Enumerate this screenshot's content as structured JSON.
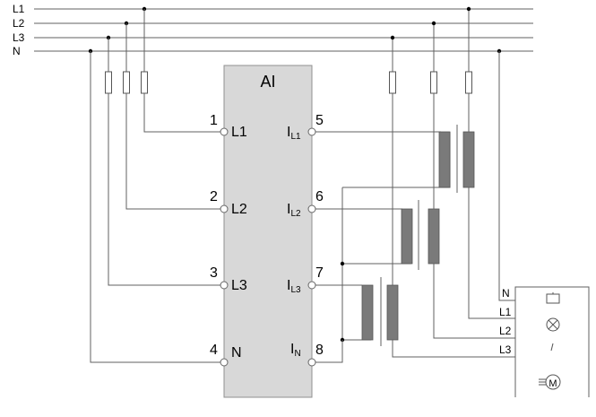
{
  "colors": {
    "module_fill": "#d8d8d8",
    "module_stroke": "#909090",
    "ct_core": "#7a7a7a",
    "wire": "#606060",
    "dot": "#000000"
  },
  "bus_labels": [
    "L1",
    "L2",
    "L3",
    "N"
  ],
  "module": {
    "title": "AI",
    "left_terminals": [
      {
        "num": "1",
        "name": "L1"
      },
      {
        "num": "2",
        "name": "L2"
      },
      {
        "num": "3",
        "name": "L3"
      },
      {
        "num": "4",
        "name": "N"
      }
    ],
    "right_terminals": [
      {
        "num": "5",
        "name": "I",
        "sub": "L1"
      },
      {
        "num": "6",
        "name": "I",
        "sub": "L2"
      },
      {
        "num": "7",
        "name": "I",
        "sub": "L3"
      },
      {
        "num": "8",
        "name": "I",
        "sub": "N"
      }
    ]
  },
  "load_box": {
    "labels": [
      "N",
      "L1",
      "L2",
      "L3"
    ],
    "motor_label": "M",
    "icons": [
      "relay-coil-icon",
      "lamp-icon",
      "switch-icon",
      "motor-icon"
    ]
  }
}
